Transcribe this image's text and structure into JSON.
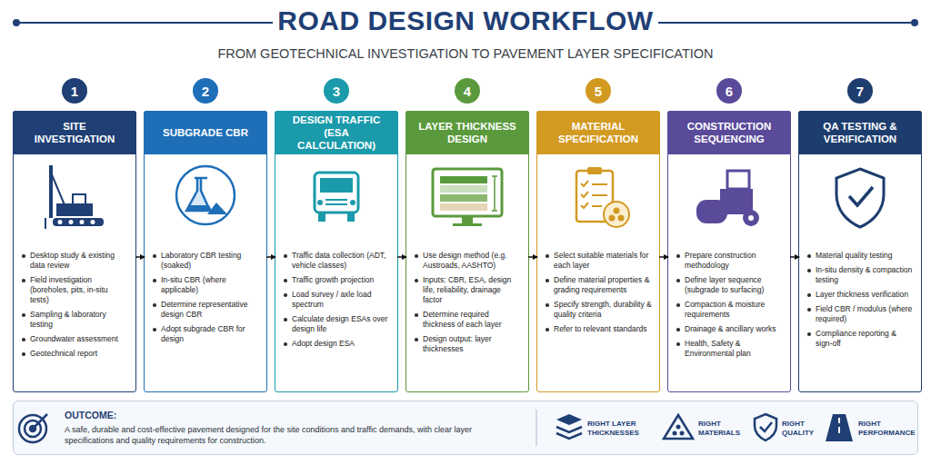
{
  "diagram": {
    "title": "ROAD DESIGN WORKFLOW",
    "caption": "FROM GEOTECHNICAL INVESTIGATION TO PAVEMENT LAYER SPECIFICATION",
    "nodes": [
      {
        "text": [
          "1"
        ]
      },
      {
        "text": [
          "Desktop study & existing data review",
          "Field investigation (boreholes, pits, in-situ tests)",
          "Sampling & laboratory testing",
          "Groundwater assessment",
          "Geotechnical report"
        ]
      },
      {
        "text": [
          "SITE INVESTIGATION"
        ],
        "in": 1
      },
      {
        "text": [
          "2"
        ]
      },
      {
        "text": [
          "Laboratory CBR testing (soaked)",
          "In-situ CBR (where applicable)",
          "Determine representative design CBR",
          "Adopt subgrade CBR for design"
        ]
      },
      {
        "text": [
          "SUBGRADE CBR"
        ],
        "in": 4
      },
      {
        "text": [
          "3"
        ]
      },
      {
        "text": [
          "Traffic data collection (ADT, vehicle classes)",
          "Traffic growth projection",
          "Load survey / axle load spectrum",
          "Calculate design ESAs over design life",
          "Adopt design ESA"
        ]
      },
      {
        "text": [
          "DESIGN TRAFFIC (ESA CALCULATION)"
        ],
        "in": 7
      },
      {
        "text": [
          "4"
        ]
      },
      {
        "text": [
          "Use design method (e.g. Austroads, AASHTO)",
          "Inputs: CBR, ESA, design life, reliability, drainage factor",
          "Determine required thickness of each layer",
          "Design output: layer thicknesses"
        ]
      },
      {
        "text": [
          "LAYER THICKNESS DESIGN"
        ],
        "in": 10
      },
      {
        "text": [
          "5"
        ]
      },
      {
        "text": [
          "Select suitable materials for each layer",
          "Define material properties & grading requirements",
          "Specify strength, durability & quality criteria",
          "Refer to relevant standards"
        ]
      },
      {
        "text": [
          "MATERIAL SPECIFICATION"
        ],
        "in": 13
      },
      {
        "text": [
          "6"
        ]
      },
      {
        "text": [
          "Prepare construction methodology",
          "Define layer sequence (subgrade to surfacing)",
          "Compaction & moisture requirements",
          "Drainage & ancillary works",
          "Health, Safety & Environmental plan"
        ]
      },
      {
        "text": [
          "CONSTRUCTION SEQUENCING"
        ],
        "in": 16
      },
      {
        "text": [
          "7"
        ]
      },
      {
        "text": [
          "Material quality testing",
          "In-situ density & compaction testing",
          "Layer thickness verification",
          "Field CBR / modulus (where required)",
          "Compliance reporting & sign-off"
        ]
      },
      {
        "text": [
          "QA TESTING & VERIFICATION"
        ],
        "in": 19
      },
      {
        "text": [
          "OUTCOME:",
          "A safe, durable and cost-effective pavement designed for the site conditions and traffic demands, with clear layer specifications and quality requirements for construction."
        ]
      }
    ],
    "edges": [
      {
        "from": 1,
        "to": 4,
        "arrow": "to"
      },
      {
        "from": 4,
        "to": 7,
        "arrow": "to"
      },
      {
        "from": 7,
        "to": 10,
        "arrow": "to"
      },
      {
        "from": 10,
        "to": 13,
        "arrow": "to"
      },
      {
        "from": 13,
        "to": 16,
        "arrow": "to"
      },
      {
        "from": 16,
        "to": 19,
        "arrow": "to"
      }
    ],
    "labels": [
      "RIGHT LAYER THICKNESSES",
      "RIGHT MATERIALS",
      "RIGHT QUALITY",
      "RIGHT PERFORMANCE"
    ]
  }
}
